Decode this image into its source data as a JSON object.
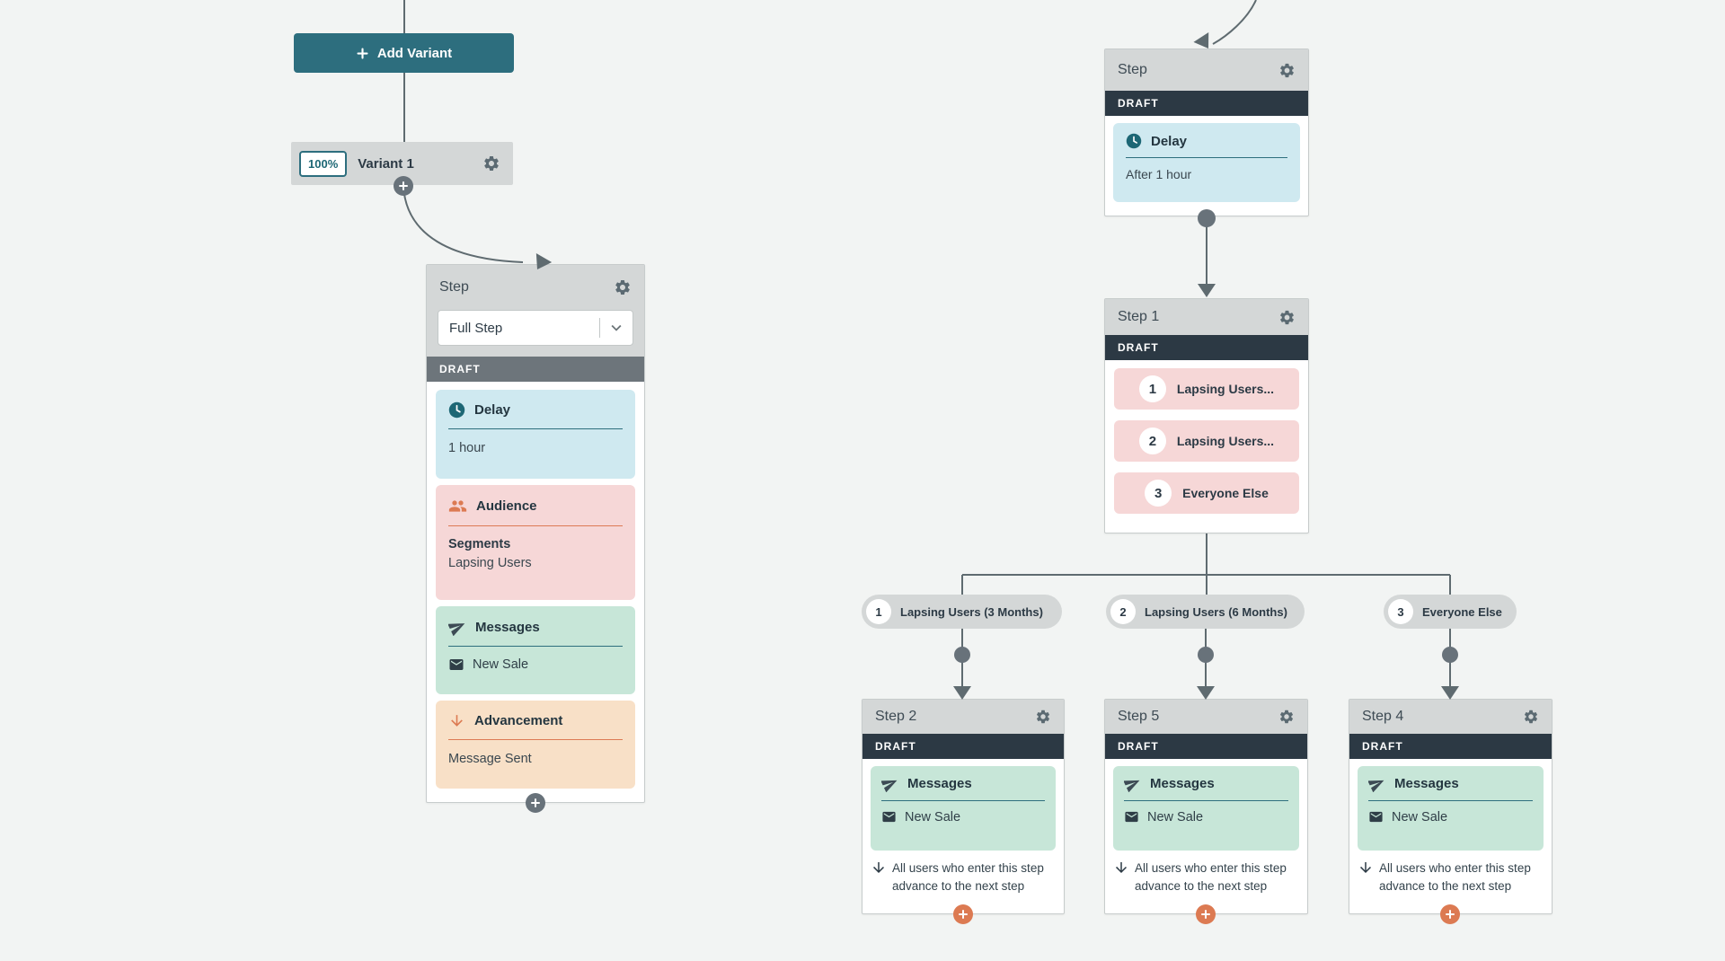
{
  "add_variant_button": {
    "label": "Add Variant"
  },
  "variant_bar": {
    "percent": "100%",
    "label": "Variant 1"
  },
  "left_step_card": {
    "title": "Step",
    "type_selector": {
      "value": "Full Step"
    },
    "status": "DRAFT",
    "delay": {
      "title": "Delay",
      "value": "1 hour"
    },
    "audience": {
      "title": "Audience",
      "subtitle": "Segments",
      "value": "Lapsing Users"
    },
    "messages": {
      "title": "Messages",
      "value": "New Sale"
    },
    "advancement": {
      "title": "Advancement",
      "value": "Message Sent"
    }
  },
  "delay_step_card": {
    "title": "Step",
    "status": "DRAFT",
    "delay": {
      "title": "Delay",
      "value": "After 1 hour"
    }
  },
  "split_step_card": {
    "title": "Step 1",
    "status": "DRAFT",
    "rows": [
      {
        "num": "1",
        "label": "Lapsing Users..."
      },
      {
        "num": "2",
        "label": "Lapsing Users..."
      },
      {
        "num": "3",
        "label": "Everyone Else"
      }
    ]
  },
  "branch_chips": [
    {
      "num": "1",
      "label": "Lapsing Users (3 Months)"
    },
    {
      "num": "2",
      "label": "Lapsing Users (6 Months)"
    },
    {
      "num": "3",
      "label": "Everyone Else"
    }
  ],
  "bottom_step_cards": [
    {
      "title": "Step 2",
      "status": "DRAFT",
      "messages": {
        "title": "Messages",
        "value": "New Sale"
      },
      "advance_note": "All users who enter this step advance to the next step"
    },
    {
      "title": "Step 5",
      "status": "DRAFT",
      "messages": {
        "title": "Messages",
        "value": "New Sale"
      },
      "advance_note": "All users who enter this step advance to the next step"
    },
    {
      "title": "Step 4",
      "status": "DRAFT",
      "messages": {
        "title": "Messages",
        "value": "New Sale"
      },
      "advance_note": "All users who enter this step advance to the next step"
    }
  ],
  "icons": {
    "gear-icon": "settings cog",
    "plus-icon": "+",
    "clock-icon": "clock in teal circle",
    "people-icon": "audience group",
    "paper-plane-icon": "send",
    "envelope-icon": "email",
    "arrow-down-icon": "downward arrow",
    "chevron-down-icon": "expand"
  },
  "colors": {
    "accent_teal": "#2d6e7e",
    "draft_dark": "#2c3944",
    "draft_gray": "#6d757b",
    "connector": "#5f6b70",
    "orange": "#dc7a52",
    "section_blue": "#cfe9f0",
    "section_pink": "#f6d7d7",
    "section_green": "#c7e6d8",
    "section_peach": "#f8e0c7",
    "chip_gray": "#d4d7d7",
    "background": "#f2f4f3"
  }
}
